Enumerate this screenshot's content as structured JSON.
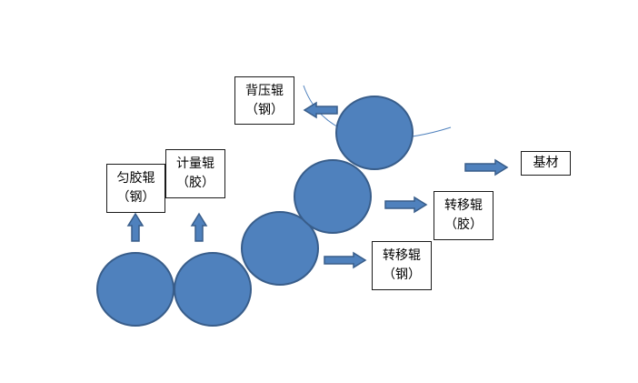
{
  "rollers": [
    {
      "id": "roller-uniform",
      "label": "匀胶辊",
      "material": "（钢）"
    },
    {
      "id": "roller-metering",
      "label": "计量辊",
      "material": "（胶）"
    },
    {
      "id": "roller-transfer-steel",
      "label": "转移辊",
      "material": "（钢）"
    },
    {
      "id": "roller-transfer-rubber",
      "label": "转移辊",
      "material": "（胶）"
    },
    {
      "id": "roller-backing",
      "label": "背压辊",
      "material": "（钢）"
    }
  ],
  "substrate": {
    "label": "基材"
  },
  "colors": {
    "roller_fill": "#4f81bd",
    "roller_stroke": "#385d8a",
    "substrate_line": "#4f81bd",
    "box_border": "#1a1a1a"
  }
}
